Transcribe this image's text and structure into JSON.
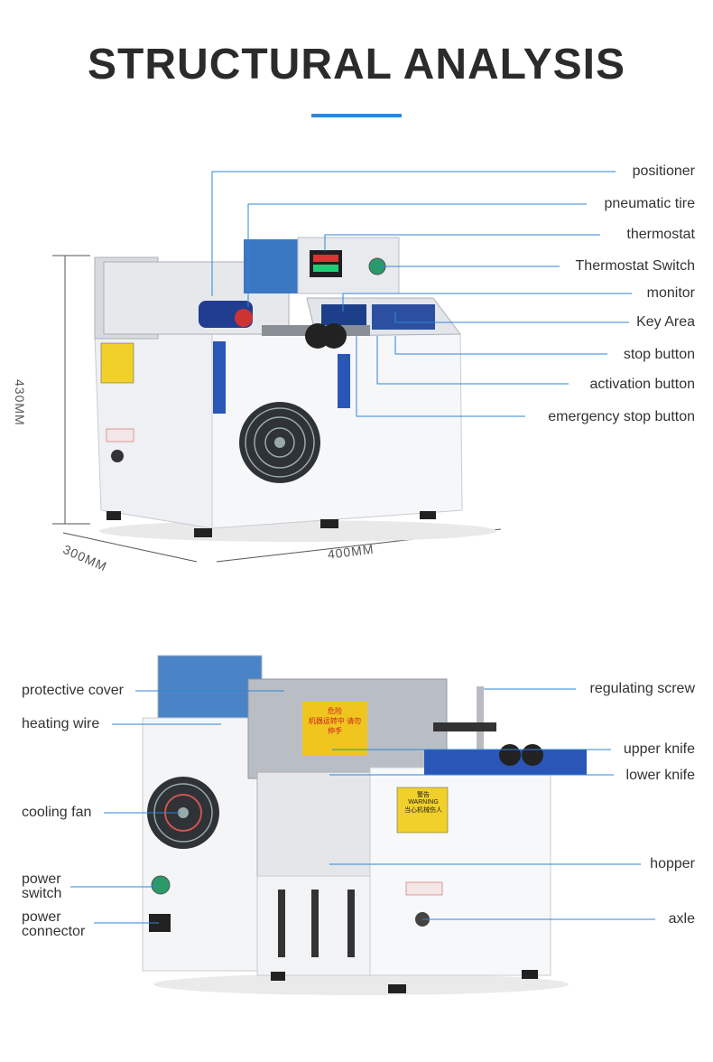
{
  "title": "STRUCTURAL ANALYSIS",
  "accent_color": "#2f86d6",
  "dimensions": {
    "height": "430MM",
    "depth": "300MM",
    "width": "400MM"
  },
  "top_view_labels": [
    "positioner",
    "pneumatic tire",
    "thermostat",
    "Thermostat Switch",
    "monitor",
    "Key Area",
    "stop button",
    "activation button",
    "emergency stop button"
  ],
  "side_view_left_labels": [
    "protective cover",
    "heating wire",
    "cooling fan",
    "power switch",
    "power connector"
  ],
  "side_view_right_labels": [
    "regulating screw",
    "upper knife",
    "lower knife",
    "hopper",
    "axle"
  ],
  "warning_label": {
    "top": "警告",
    "top_en": "WARNING",
    "body": "当心机械伤人"
  },
  "danger_label": {
    "top": "危险",
    "body": "机器运转中 请勿伸手"
  }
}
